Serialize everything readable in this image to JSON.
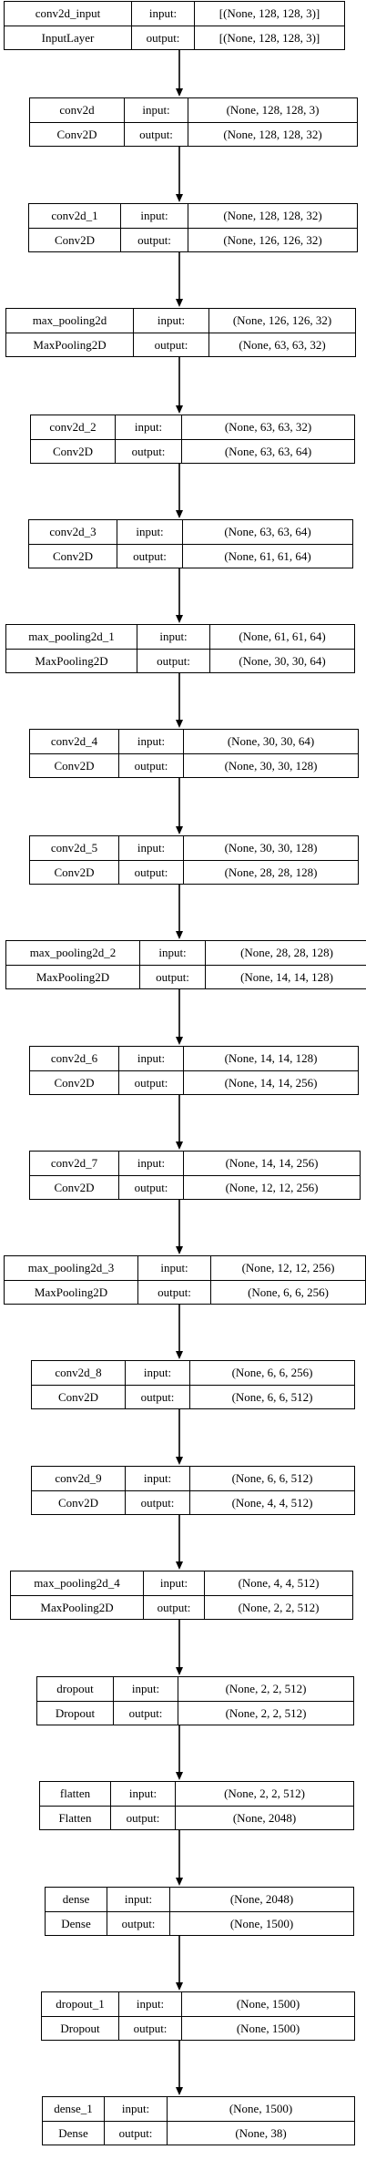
{
  "diagram": {
    "port_labels": {
      "input": "input:",
      "output": "output:"
    },
    "layers": [
      {
        "name": "conv2d_input",
        "type": "InputLayer",
        "input": "[(None, 128, 128, 3)]",
        "output": "[(None, 128, 128, 3)]"
      },
      {
        "name": "conv2d",
        "type": "Conv2D",
        "input": "(None, 128, 128, 3)",
        "output": "(None, 128, 128, 32)"
      },
      {
        "name": "conv2d_1",
        "type": "Conv2D",
        "input": "(None, 128, 128, 32)",
        "output": "(None, 126, 126, 32)"
      },
      {
        "name": "max_pooling2d",
        "type": "MaxPooling2D",
        "input": "(None, 126, 126, 32)",
        "output": "(None, 63, 63, 32)"
      },
      {
        "name": "conv2d_2",
        "type": "Conv2D",
        "input": "(None, 63, 63, 32)",
        "output": "(None, 63, 63, 64)"
      },
      {
        "name": "conv2d_3",
        "type": "Conv2D",
        "input": "(None, 63, 63, 64)",
        "output": "(None, 61, 61, 64)"
      },
      {
        "name": "max_pooling2d_1",
        "type": "MaxPooling2D",
        "input": "(None, 61, 61, 64)",
        "output": "(None, 30, 30, 64)"
      },
      {
        "name": "conv2d_4",
        "type": "Conv2D",
        "input": "(None, 30, 30, 64)",
        "output": "(None, 30, 30, 128)"
      },
      {
        "name": "conv2d_5",
        "type": "Conv2D",
        "input": "(None, 30, 30, 128)",
        "output": "(None, 28, 28, 128)"
      },
      {
        "name": "max_pooling2d_2",
        "type": "MaxPooling2D",
        "input": "(None, 28, 28, 128)",
        "output": "(None, 14, 14, 128)"
      },
      {
        "name": "conv2d_6",
        "type": "Conv2D",
        "input": "(None, 14, 14, 128)",
        "output": "(None, 14, 14, 256)"
      },
      {
        "name": "conv2d_7",
        "type": "Conv2D",
        "input": "(None, 14, 14, 256)",
        "output": "(None, 12, 12, 256)"
      },
      {
        "name": "max_pooling2d_3",
        "type": "MaxPooling2D",
        "input": "(None, 12, 12, 256)",
        "output": "(None, 6, 6, 256)"
      },
      {
        "name": "conv2d_8",
        "type": "Conv2D",
        "input": "(None, 6, 6, 256)",
        "output": "(None, 6, 6, 512)"
      },
      {
        "name": "conv2d_9",
        "type": "Conv2D",
        "input": "(None, 6, 6, 512)",
        "output": "(None, 4, 4, 512)"
      },
      {
        "name": "max_pooling2d_4",
        "type": "MaxPooling2D",
        "input": "(None, 4, 4, 512)",
        "output": "(None, 2, 2, 512)"
      },
      {
        "name": "dropout",
        "type": "Dropout",
        "input": "(None, 2, 2, 512)",
        "output": "(None, 2, 2, 512)"
      },
      {
        "name": "flatten",
        "type": "Flatten",
        "input": "(None, 2, 2, 512)",
        "output": "(None, 2048)"
      },
      {
        "name": "dense",
        "type": "Dense",
        "input": "(None, 2048)",
        "output": "(None, 1500)"
      },
      {
        "name": "dropout_1",
        "type": "Dropout",
        "input": "(None, 1500)",
        "output": "(None, 1500)"
      },
      {
        "name": "dense_1",
        "type": "Dense",
        "input": "(None, 1500)",
        "output": "(None, 38)"
      }
    ]
  }
}
